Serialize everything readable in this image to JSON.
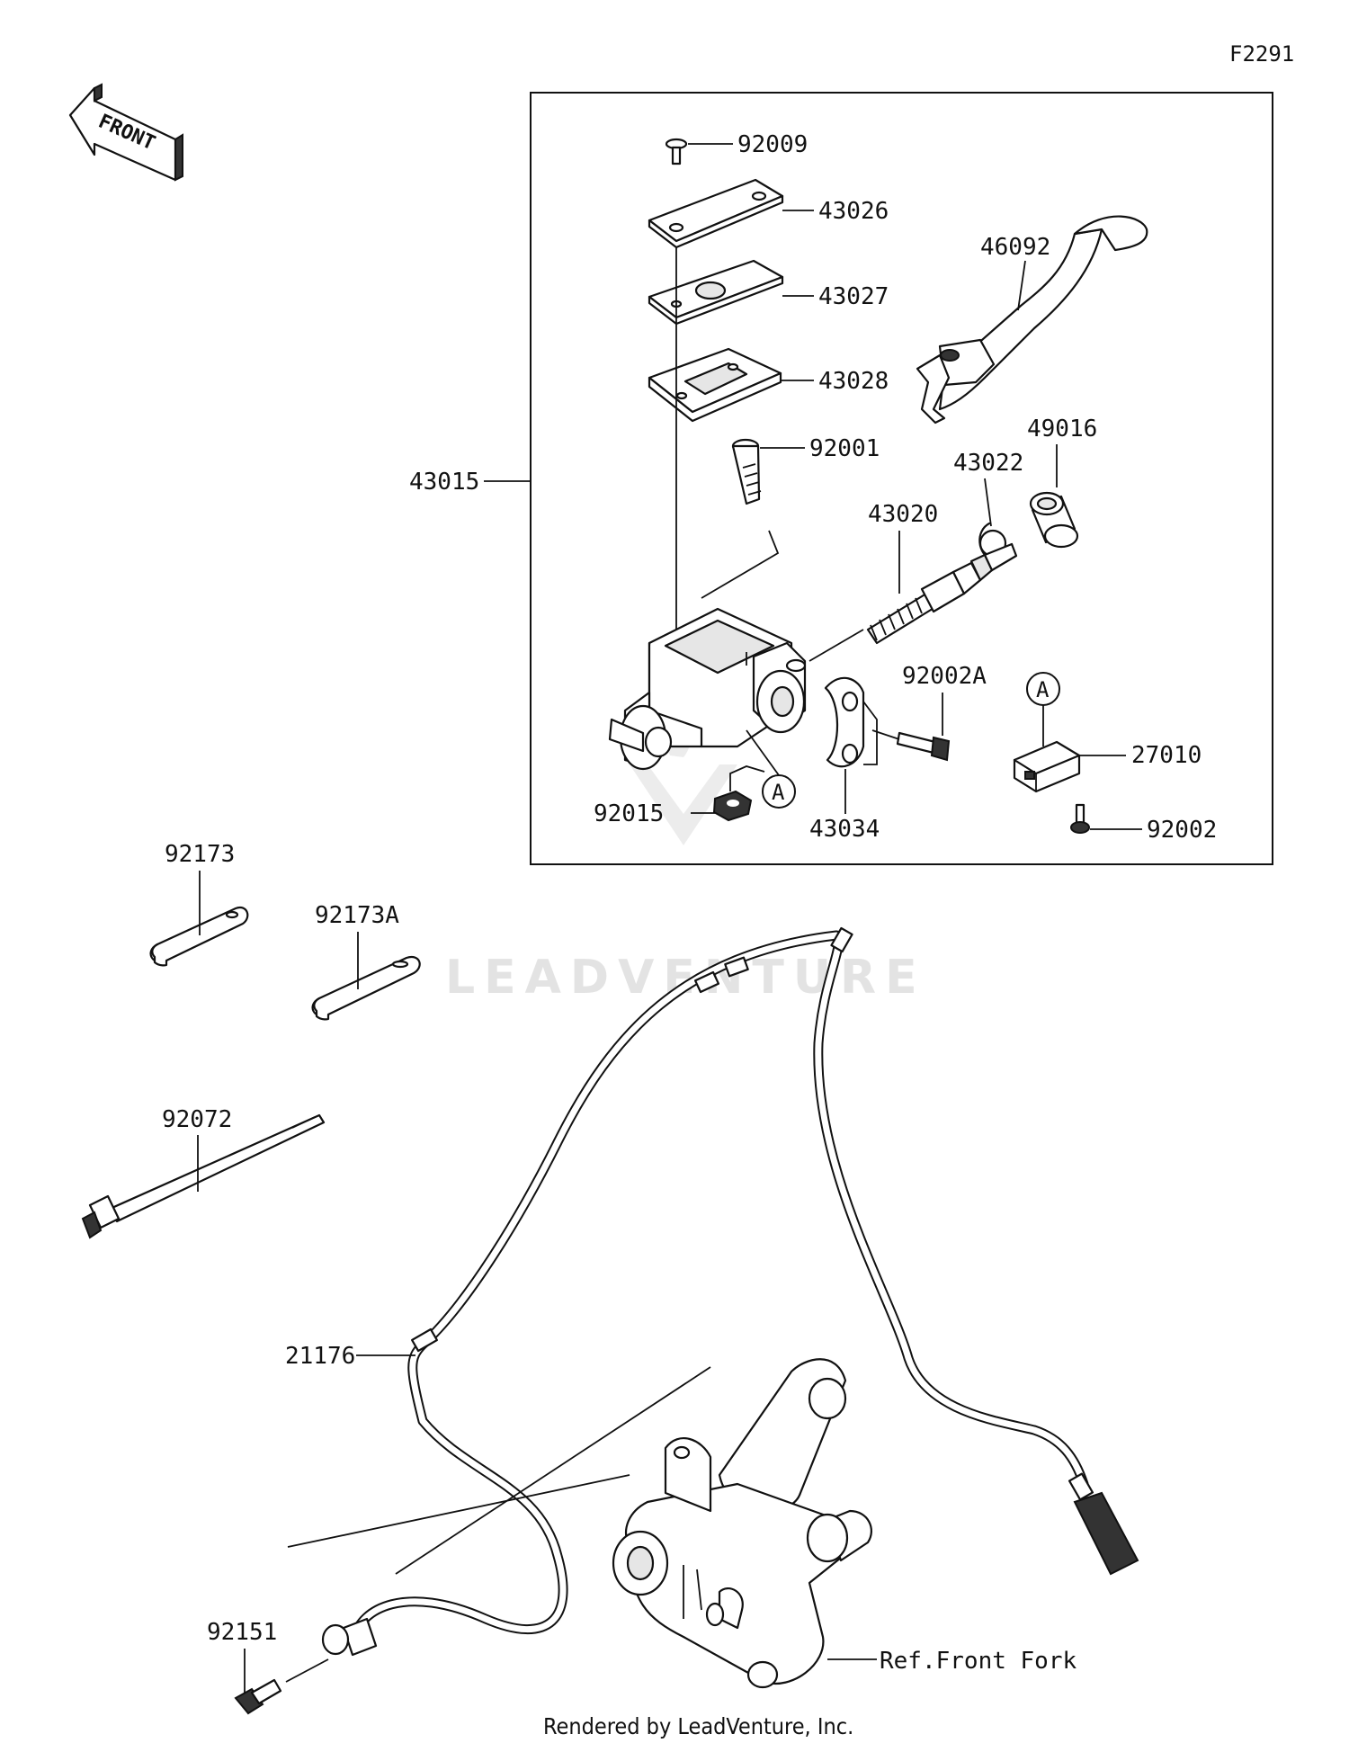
{
  "diagram_id": "F2291",
  "front_label": "FRONT",
  "watermark": "LEADVENTURE",
  "footer": "Rendered by LeadVenture, Inc.",
  "ref_label": "Ref.Front Fork",
  "callout": "A",
  "parts": {
    "p92009": "92009",
    "p43026": "43026",
    "p43027": "43027",
    "p43028": "43028",
    "p46092": "46092",
    "p92001": "92001",
    "p43015": "43015",
    "p49016": "49016",
    "p43022": "43022",
    "p43020": "43020",
    "p92002A": "92002A",
    "p27010": "27010",
    "p92015": "92015",
    "p43034": "43034",
    "p92002": "92002",
    "p92173": "92173",
    "p92173A": "92173A",
    "p92072": "92072",
    "p21176": "21176",
    "p92151": "92151"
  }
}
